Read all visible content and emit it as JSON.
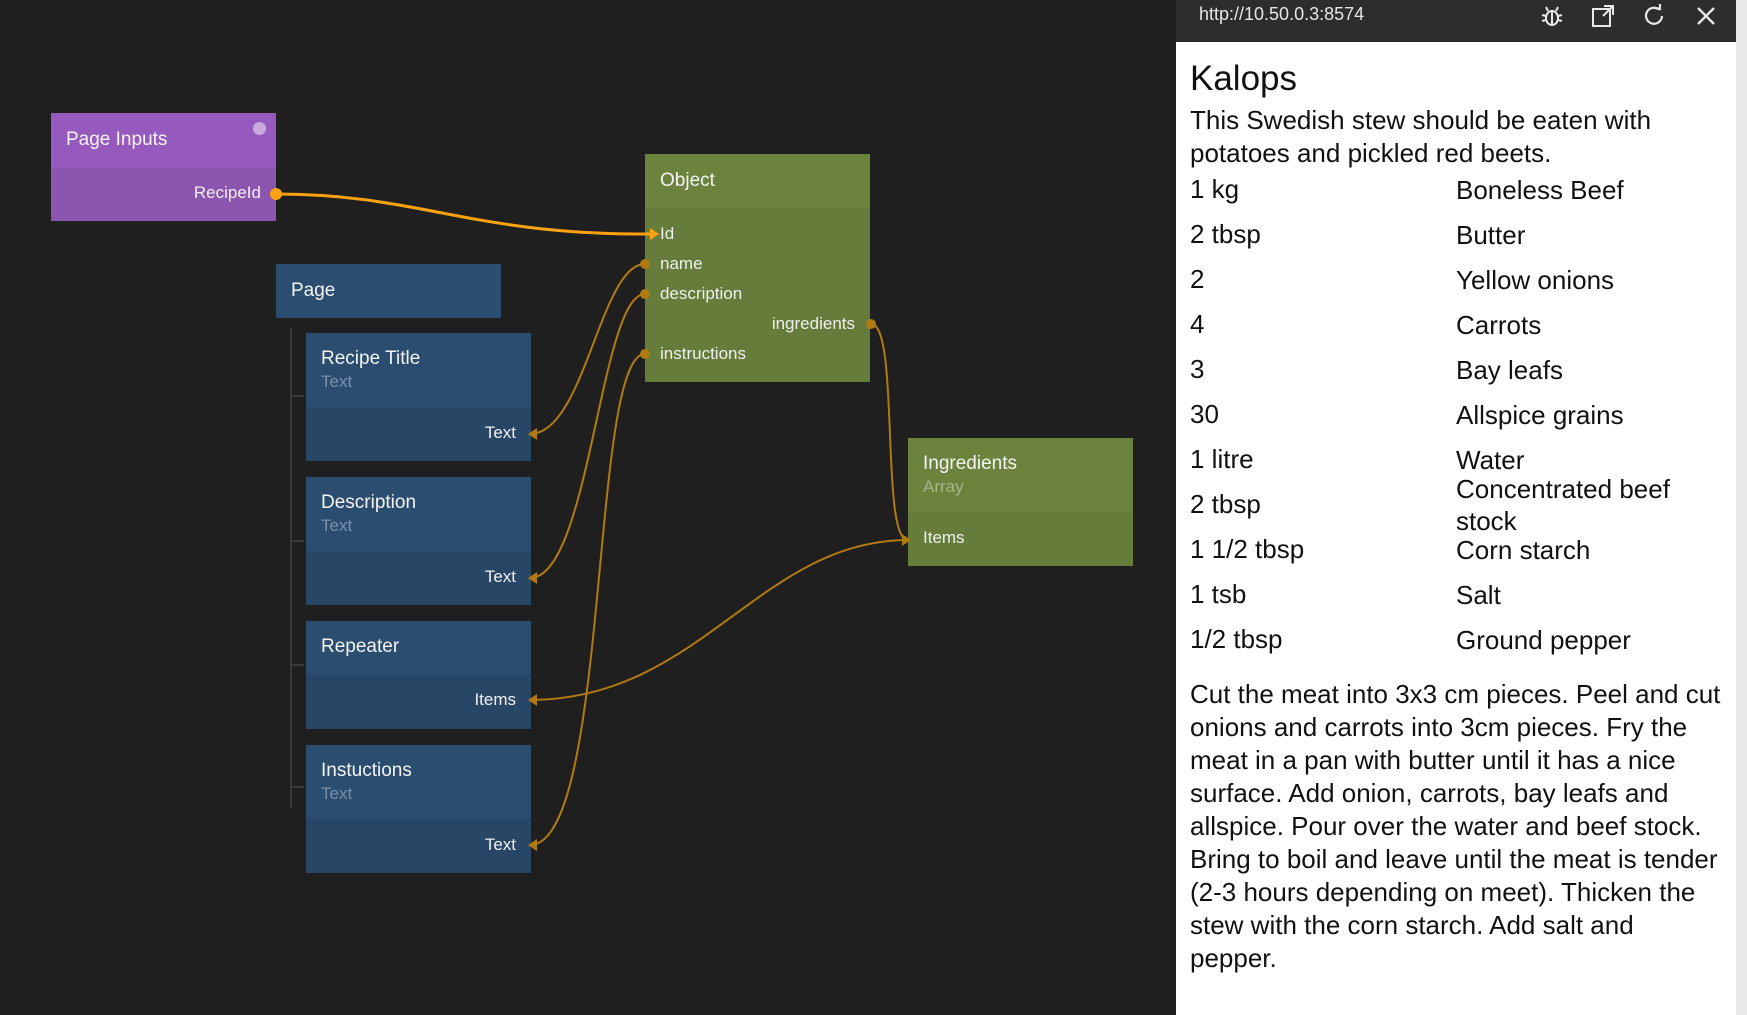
{
  "editor": {
    "page_inputs": {
      "title": "Page Inputs",
      "port": "RecipeId"
    },
    "object": {
      "title": "Object",
      "ports": [
        "Id",
        "name",
        "description",
        "ingredients",
        "instructions"
      ]
    },
    "page": {
      "title": "Page"
    },
    "recipe_title": {
      "title": "Recipe Title",
      "type": "Text",
      "port": "Text"
    },
    "description": {
      "title": "Description",
      "type": "Text",
      "port": "Text"
    },
    "repeater": {
      "title": "Repeater",
      "port": "Items"
    },
    "instructions": {
      "title": "Instuctions",
      "type": "Text",
      "port": "Text"
    },
    "ingredients": {
      "title": "Ingredients",
      "type": "Array",
      "port": "Items"
    },
    "colors": {
      "wire": "#c48a16",
      "wire_bright": "#ffa20f",
      "purple": "#8c55b0",
      "blue": "#284666",
      "green": "#657c3a"
    }
  },
  "preview": {
    "url": "http://10.50.0.3:8574",
    "icons": [
      "bug-icon",
      "open-external-icon",
      "refresh-icon",
      "close-icon"
    ],
    "recipe": {
      "title": "Kalops",
      "description": "This Swedish stew should be eaten with potatoes and pickled red beets.",
      "ingredients": [
        {
          "qty": "1 kg",
          "name": "Boneless Beef"
        },
        {
          "qty": "2 tbsp",
          "name": "Butter"
        },
        {
          "qty": "2",
          "name": "Yellow onions"
        },
        {
          "qty": "4",
          "name": "Carrots"
        },
        {
          "qty": "3",
          "name": "Bay leafs"
        },
        {
          "qty": "30",
          "name": "Allspice grains"
        },
        {
          "qty": "1 litre",
          "name": "Water"
        },
        {
          "qty": "2 tbsp",
          "name": "Concentrated beef stock"
        },
        {
          "qty": "1 1/2 tbsp",
          "name": "Corn starch"
        },
        {
          "qty": "1 tsb",
          "name": "Salt"
        },
        {
          "qty": "1/2 tbsp",
          "name": "Ground pepper"
        }
      ],
      "instructions": "Cut the meat into 3x3 cm pieces. Peel and cut onions and carrots into 3cm pieces. Fry the meat in a pan with butter until it has a nice surface. Add onion, carrots, bay leafs and allspice. Pour over the water and beef stock. Bring to boil and leave until the meat is tender (2-3 hours depending on meet). Thicken the stew with the corn starch. Add salt and pepper."
    }
  }
}
